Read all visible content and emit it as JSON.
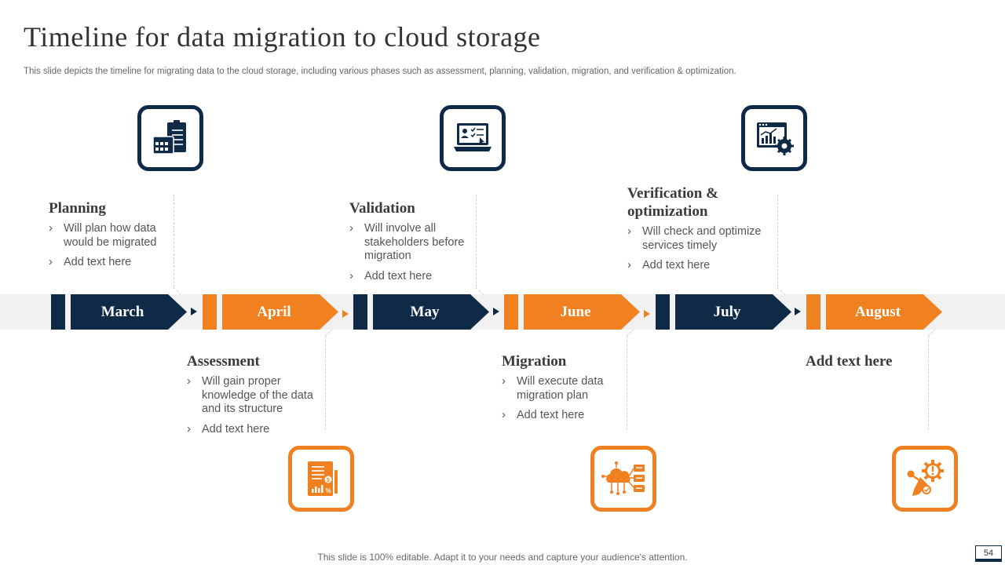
{
  "title": "Timeline for data migration to cloud storage",
  "subtitle": "This slide depicts the timeline for migrating data to the cloud storage, including various phases such as assessment, planning, validation, migration, and verification & optimization.",
  "months": [
    "March",
    "April",
    "May",
    "June",
    "July",
    "August"
  ],
  "phases": [
    {
      "title": "Planning",
      "bullets": [
        "Will plan how data would be migrated",
        "Add text here"
      ]
    },
    {
      "title": "Assessment",
      "bullets": [
        "Will gain proper knowledge of the data and its structure",
        "Add text here"
      ]
    },
    {
      "title": "Validation",
      "bullets": [
        "Will involve all stakeholders before migration",
        "Add text here"
      ]
    },
    {
      "title": "Migration",
      "bullets": [
        "Will execute data migration plan",
        "Add text here"
      ]
    },
    {
      "title": "Verification & optimization",
      "bullets": [
        "Will check and optimize services timely",
        "Add text here"
      ]
    },
    {
      "title": "Add text here",
      "bullets": []
    }
  ],
  "icons": [
    "calendar-clipboard-icon",
    "document-chart-icon",
    "laptop-checklist-icon",
    "cloud-network-icon",
    "dashboard-settings-icon",
    "alert-gear-icon"
  ],
  "colors": {
    "navy": "#0e2a47",
    "orange": "#f08020",
    "band": "#f1f1f1"
  },
  "footer": "This slide is 100% editable. Adapt it to your needs and capture your audience's attention.",
  "page_number": "54"
}
